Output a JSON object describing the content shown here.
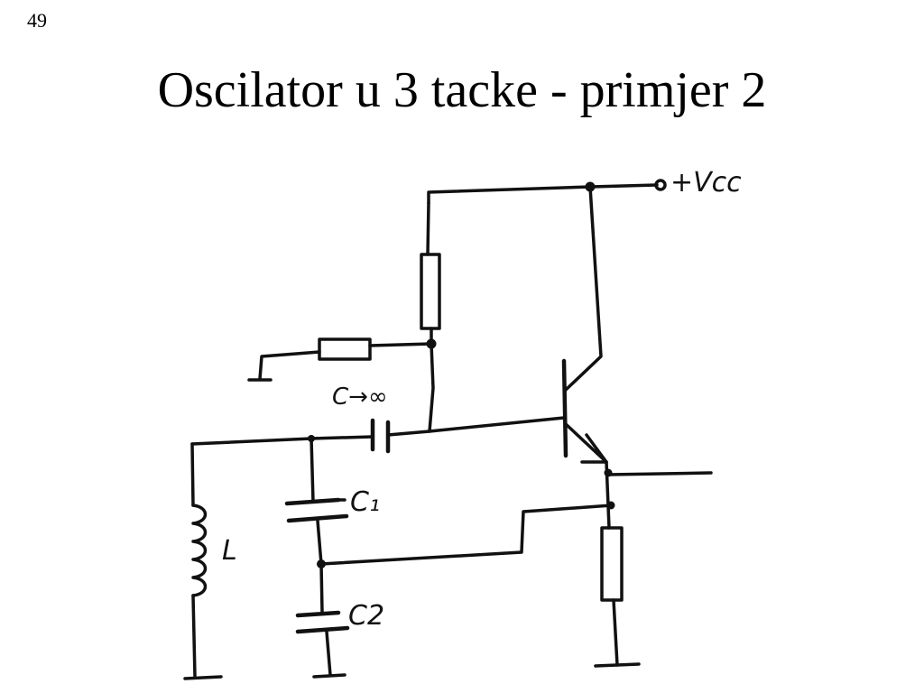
{
  "slide": {
    "page_number": "49",
    "title": "Oscilator u 3 tacke - primjer 2"
  },
  "schematic": {
    "supply_label": "+Vcc",
    "coupling_cap_label": "C→∞",
    "c1_label": "C₁",
    "c2_label": "C2",
    "inductor_label": "L"
  }
}
